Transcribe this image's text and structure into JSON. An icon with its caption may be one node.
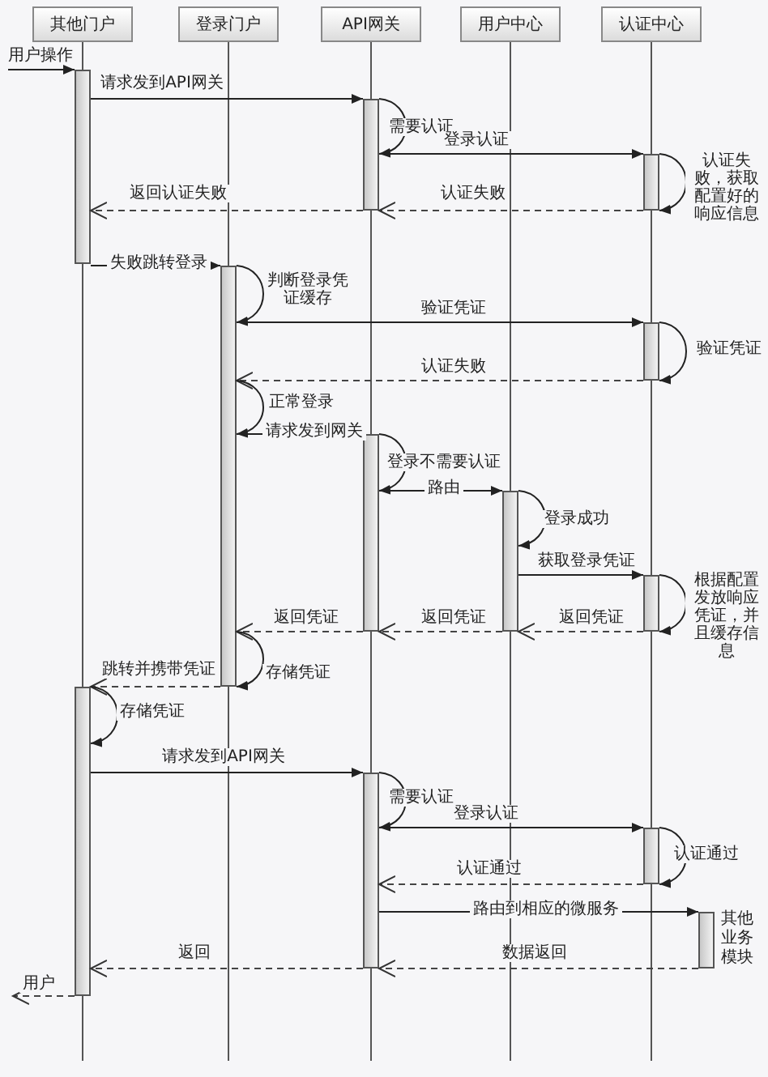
{
  "diagram": {
    "nodes": [
      {
        "text": [
          "其他门户"
        ]
      },
      {
        "text": [
          "登录门户"
        ]
      },
      {
        "text": [
          "API网关"
        ]
      },
      {
        "text": [
          "用户中心"
        ]
      },
      {
        "text": [
          "认证中心"
        ]
      },
      {
        "text": [],
        "shape": "bar"
      },
      {
        "text": [],
        "shape": "bar"
      },
      {
        "text": [],
        "shape": "bar"
      },
      {
        "text": [],
        "shape": "bar"
      },
      {
        "text": [],
        "shape": "bar"
      },
      {
        "text": [],
        "shape": "bar"
      },
      {
        "text": [],
        "shape": "bar"
      },
      {
        "text": [],
        "shape": "bar"
      },
      {
        "text": [],
        "shape": "bar"
      },
      {
        "text": [],
        "shape": "bar"
      },
      {
        "text": [],
        "shape": "bar"
      },
      {
        "text": [],
        "shape": "bar",
        "beside": [
          "其他业务模块"
        ]
      }
    ],
    "edges": [
      {
        "from": null,
        "to": 5,
        "arrow": "to",
        "label": "用户操作"
      },
      {
        "from": 5,
        "to": 6,
        "arrow": "to",
        "label": "请求发到API网关"
      },
      {
        "from": 6,
        "to": 6,
        "arrow": "to",
        "label": "需要认证"
      },
      {
        "from": 6,
        "to": 7,
        "arrow": "to",
        "label": "登录认证"
      },
      {
        "from": 7,
        "to": 7,
        "arrow": "to",
        "label": "认证失败，获取配置好的响应信息"
      },
      {
        "from": 7,
        "to": 6,
        "arrow": "to",
        "label": "认证失败",
        "style": "dashed"
      },
      {
        "from": 6,
        "to": 5,
        "arrow": "to",
        "label": "返回认证失败",
        "style": "dashed"
      },
      {
        "from": 5,
        "to": 8,
        "arrow": "to",
        "label": "失败跳转登录"
      },
      {
        "from": 8,
        "to": 8,
        "arrow": "to",
        "label": "判断登录凭证缓存"
      },
      {
        "from": 8,
        "to": 9,
        "arrow": "to",
        "label": "验证凭证"
      },
      {
        "from": 9,
        "to": 9,
        "arrow": "to",
        "label": "验证凭证"
      },
      {
        "from": 9,
        "to": 8,
        "arrow": "to",
        "label": "认证失败",
        "style": "dashed"
      },
      {
        "from": 8,
        "to": 8,
        "arrow": "to",
        "label": "正常登录"
      },
      {
        "from": 8,
        "to": 10,
        "arrow": "to",
        "label": "请求发到网关"
      },
      {
        "from": 10,
        "to": 10,
        "arrow": "to",
        "label": "登录不需要认证"
      },
      {
        "from": 10,
        "to": 11,
        "arrow": "to",
        "label": "路由"
      },
      {
        "from": 11,
        "to": 11,
        "arrow": "to",
        "label": "登录成功"
      },
      {
        "from": 11,
        "to": 12,
        "arrow": "to",
        "label": "获取登录凭证"
      },
      {
        "from": 12,
        "to": 12,
        "arrow": "to",
        "label": "根据配置发放响应凭证，并且缓存信息"
      },
      {
        "from": 12,
        "to": 11,
        "arrow": "to",
        "label": "返回凭证",
        "style": "dashed"
      },
      {
        "from": 11,
        "to": 10,
        "arrow": "to",
        "label": "返回凭证",
        "style": "dashed"
      },
      {
        "from": 10,
        "to": 8,
        "arrow": "to",
        "label": "返回凭证",
        "style": "dashed"
      },
      {
        "from": 8,
        "to": 8,
        "arrow": "to",
        "label": "存储凭证"
      },
      {
        "from": 8,
        "to": 13,
        "arrow": "to",
        "label": "跳转并携带凭证",
        "style": "dashed"
      },
      {
        "from": 13,
        "to": 13,
        "arrow": "to",
        "label": "存储凭证"
      },
      {
        "from": 13,
        "to": 14,
        "arrow": "to",
        "label": "请求发到API网关"
      },
      {
        "from": 14,
        "to": 14,
        "arrow": "to",
        "label": "需要认证"
      },
      {
        "from": 14,
        "to": 15,
        "arrow": "to",
        "label": "登录认证"
      },
      {
        "from": 15,
        "to": 15,
        "arrow": "to",
        "label": "认证通过"
      },
      {
        "from": 15,
        "to": 14,
        "arrow": "to",
        "label": "认证通过",
        "style": "dashed"
      },
      {
        "from": 14,
        "to": 16,
        "arrow": "to",
        "label": "路由到相应的微服务"
      },
      {
        "from": 16,
        "to": 14,
        "arrow": "to",
        "label": "数据返回",
        "style": "dashed"
      },
      {
        "from": 14,
        "to": 13,
        "arrow": "to",
        "label": "返回",
        "style": "dashed"
      },
      {
        "from": 13,
        "to": null,
        "arrow": "to",
        "label": "用户",
        "style": "dashed"
      }
    ]
  }
}
